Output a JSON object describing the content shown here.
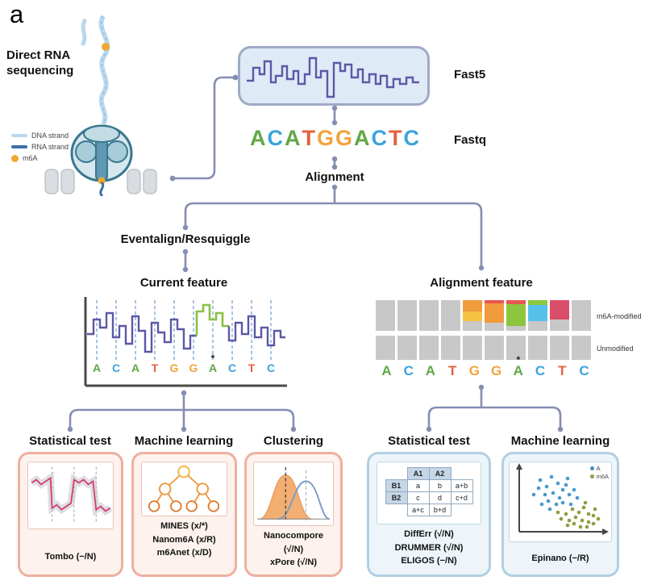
{
  "panel_label": "a",
  "header": {
    "intro_title": "Direct RNA sequencing",
    "legend": [
      {
        "label": "DNA strand",
        "color": "#b9d8ee",
        "swatch": "line"
      },
      {
        "label": "RNA strand",
        "color": "#3c6fa5",
        "swatch": "line"
      },
      {
        "label": "m6A",
        "color": "#f0a832",
        "swatch": "dot"
      }
    ],
    "fast5_label": "Fast5",
    "fastq_label": "Fastq",
    "alignment_label": "Alignment"
  },
  "base_colors": {
    "A": "#61a744",
    "C": "#3ba3dc",
    "G": "#f2a33c",
    "T": "#e4603f"
  },
  "fastq_seq": {
    "bases": [
      "A",
      "C",
      "A",
      "T",
      "G",
      "G",
      "A",
      "C",
      "T",
      "C"
    ]
  },
  "eventalign_label": "Eventalign/Resquiggle",
  "current_feature": {
    "title": "Current feature",
    "seq": {
      "bases": [
        "A",
        "C",
        "A",
        "T",
        "G",
        "G",
        "A",
        "C",
        "T",
        "C"
      ],
      "asterisk_index": 6
    }
  },
  "alignment_feature": {
    "title": "Alignment feature",
    "modified_label": "m6A-modified",
    "unmodified_label": "Unmodified",
    "seq": {
      "bases": [
        "A",
        "C",
        "A",
        "T",
        "G",
        "G",
        "A",
        "C",
        "T",
        "C"
      ],
      "asterisk_index": 6
    },
    "columns": [
      {},
      {},
      {},
      {},
      {
        "stack": [
          {
            "color": "#f09b3c",
            "h": 14
          },
          {
            "color": "#f5c242",
            "h": 12
          }
        ]
      },
      {
        "stack": [
          {
            "color": "#e8574f",
            "h": 4
          },
          {
            "color": "#f09b3c",
            "h": 24
          }
        ]
      },
      {
        "stack": [
          {
            "color": "#e8574f",
            "h": 5
          },
          {
            "color": "#8cc63f",
            "h": 27
          }
        ]
      },
      {
        "stack": [
          {
            "color": "#8cc63f",
            "h": 6
          },
          {
            "color": "#56c1e8",
            "h": 20
          }
        ]
      },
      {
        "stack": [
          {
            "color": "#d94f6a",
            "h": 24
          }
        ]
      },
      {}
    ]
  },
  "tool_boxes": [
    {
      "title": "Statistical test",
      "theme": "salmon",
      "icon": "tombo-signal-plot",
      "tools": [
        "Tombo (−/N)"
      ]
    },
    {
      "title": "Machine learning",
      "theme": "salmon",
      "icon": "decision-tree",
      "tools": [
        "MINES (x/*)",
        "Nanom6A (x/R)",
        "m6Anet (x/D)"
      ]
    },
    {
      "title": "Clustering",
      "theme": "salmon",
      "icon": "distribution-clusters",
      "tools": [
        "Nanocompore (√/N)",
        "xPore (√/N)"
      ]
    },
    {
      "title": "Statistical test",
      "theme": "blue",
      "icon": "contingency-table",
      "tools": [
        "DiffErr (√/N)",
        "DRUMMER (√/N)",
        "ELIGOS (−/N)"
      ],
      "table": {
        "grid": [
          [
            null,
            {
              "t": "A1",
              "hdr": true
            },
            {
              "t": "A2",
              "hdr": true
            },
            null
          ],
          [
            {
              "t": "B1",
              "hdr": true
            },
            {
              "t": "a"
            },
            {
              "t": "b"
            },
            {
              "t": "a+b"
            }
          ],
          [
            {
              "t": "B2",
              "hdr": true
            },
            {
              "t": "c"
            },
            {
              "t": "d"
            },
            {
              "t": "c+d"
            }
          ],
          [
            null,
            {
              "t": "a+c"
            },
            {
              "t": "b+d"
            },
            null
          ]
        ]
      }
    },
    {
      "title": "Machine learning",
      "theme": "blue",
      "icon": "scatter-plot",
      "tools": [
        "Epinano (−/R)"
      ],
      "scatter_legend": [
        {
          "label": "A",
          "color": "#3f8fc5",
          "swatch": "dot"
        },
        {
          "label": "m6A",
          "color": "#8f9c3f",
          "swatch": "dot"
        }
      ]
    }
  ]
}
